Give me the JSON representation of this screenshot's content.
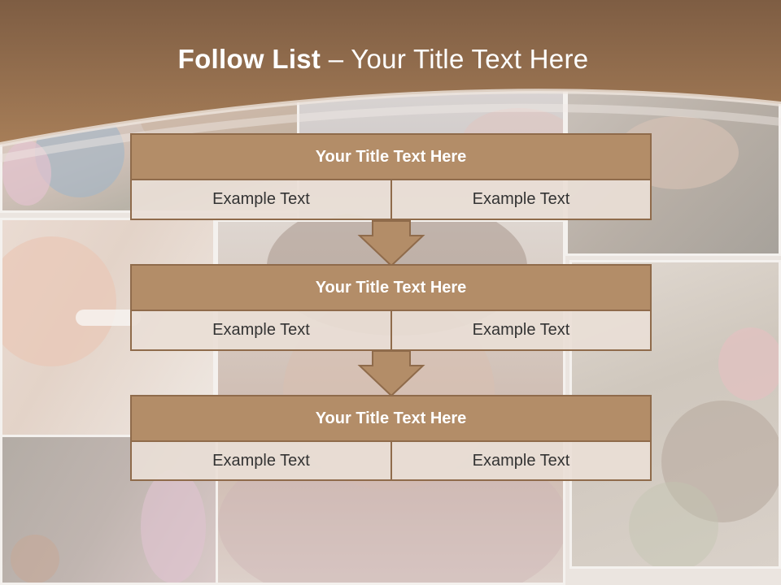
{
  "slide": {
    "title_bold": "Follow List",
    "title_rest": " – Your Title Text Here",
    "colors": {
      "header_band": "#9b7352",
      "block_fill": "#b38d68",
      "block_border": "#8f6b4b",
      "cell_fill": "#e9ded6"
    }
  },
  "steps": [
    {
      "title": "Your Title Text Here",
      "left": "Example Text",
      "right": "Example Text"
    },
    {
      "title": "Your Title Text Here",
      "left": "Example Text",
      "right": "Example Text"
    },
    {
      "title": "Your Title Text Here",
      "left": "Example Text",
      "right": "Example Text"
    }
  ],
  "connectors": [
    "down-arrow-icon",
    "down-arrow-icon"
  ]
}
